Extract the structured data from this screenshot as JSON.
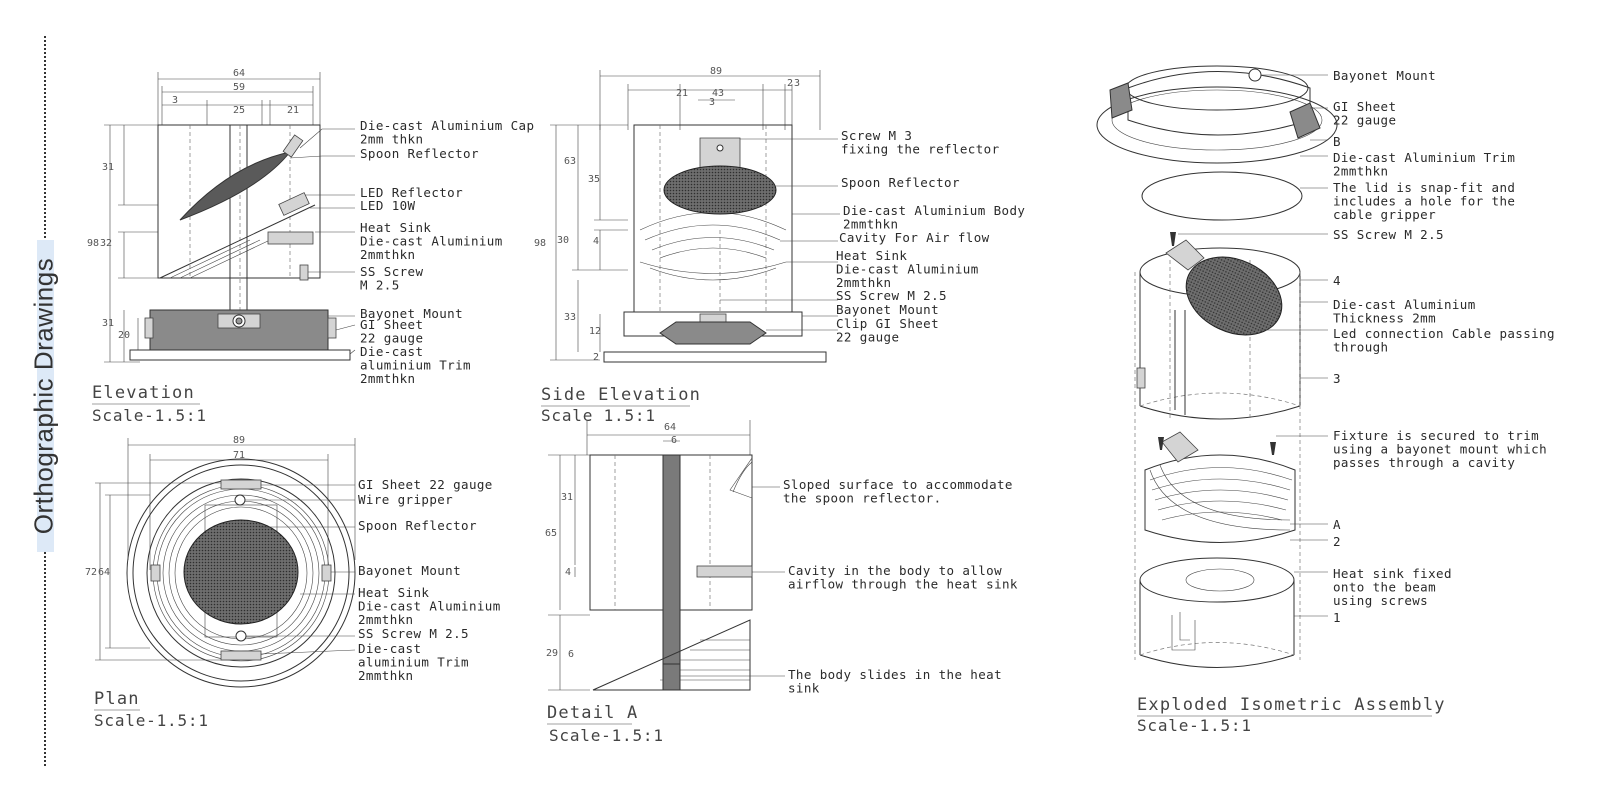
{
  "sheet": {
    "title": "Orthographic Drawings"
  },
  "elevation": {
    "title": "Elevation",
    "scale": "Scale-1.5:1",
    "dims_top": [
      "64",
      "59",
      "3",
      "25",
      "21"
    ],
    "dims_left": [
      "31",
      "98",
      "32",
      "31",
      "20"
    ],
    "notes": [
      [
        "Die-cast Aluminium Cap",
        "2mm thkn"
      ],
      [
        "Spoon    Reflector"
      ],
      [
        "LED Reflector"
      ],
      [
        "LED 10W"
      ],
      [
        "Heat Sink",
        "Die-cast Aluminium",
        "2mmthkn"
      ],
      [
        "SS Screw",
        "M 2.5"
      ],
      [
        "Bayonet Mount"
      ],
      [
        "GI Sheet",
        "22 gauge"
      ],
      [
        "Die-cast",
        "aluminium Trim",
        "2mmthkn"
      ]
    ]
  },
  "side_elevation": {
    "title": "Side Elevation",
    "scale": "Scale 1.5:1",
    "dims_top": [
      "89",
      "21",
      "43",
      "3",
      "2",
      "3"
    ],
    "dims_left": [
      "63",
      "35",
      "98",
      "30",
      "4",
      "33",
      "12",
      "2"
    ],
    "notes": [
      [
        "Screw M 3",
        "fixing the reflector"
      ],
      [
        "Spoon   Reflector"
      ],
      [
        "Die-cast Aluminium Body",
        "2mmthkn"
      ],
      [
        "Cavity For Air flow"
      ],
      [
        "Heat Sink",
        "Die-cast Aluminium",
        "2mmthkn"
      ],
      [
        "SS Screw M 2.5"
      ],
      [
        "Bayonet Mount"
      ],
      [
        "Clip GI Sheet",
        "22 gauge"
      ]
    ]
  },
  "plan": {
    "title": "Plan",
    "scale": "Scale-1.5:1",
    "dims_top": [
      "89",
      "71"
    ],
    "dims_left": [
      "72",
      "64"
    ],
    "notes": [
      [
        "GI Sheet 22 gauge"
      ],
      [
        "Wire  gripper"
      ],
      [
        "Spoon   Reflector"
      ],
      [
        "Bayonet Mount"
      ],
      [
        "Heat Sink",
        "Die-cast Aluminium",
        "2mmthkn"
      ],
      [
        "SS Screw M 2.5"
      ],
      [
        "Die-cast",
        "aluminium Trim",
        "2mmthkn"
      ]
    ]
  },
  "detail_a": {
    "title": "Detail A",
    "scale": "Scale-1.5:1",
    "dims_top": [
      "64",
      "6"
    ],
    "dims_left": [
      "31",
      "65",
      "4",
      "29",
      "6"
    ],
    "notes": [
      [
        "Sloped surface to accommodate",
        "the spoon reflector."
      ],
      [
        "Cavity in the body to allow",
        "airflow through the heat sink"
      ],
      [
        "The body slides in the heat",
        "sink"
      ]
    ]
  },
  "exploded": {
    "title": "Exploded Isometric Assembly",
    "scale": "Scale-1.5:1",
    "notes": [
      [
        "Bayonet Mount"
      ],
      [
        "GI Sheet",
        "22 gauge"
      ],
      [
        "B"
      ],
      [
        "Die-cast Aluminium Trim",
        "2mmthkn"
      ],
      [
        "The lid is snap-fit and",
        "includes a hole for the",
        "cable gripper"
      ],
      [
        "SS Screw M 2.5"
      ],
      [
        "4"
      ],
      [
        "Die-cast Aluminium",
        "Thickness 2mm"
      ],
      [
        "Led connection Cable passing",
        "through"
      ],
      [
        "3"
      ],
      [
        "Fixture is secured to trim",
        "using a bayonet mount which",
        "passes through a cavity"
      ],
      [
        "A"
      ],
      [
        "2"
      ],
      [
        "Heat sink fixed",
        "onto the beam",
        "using screws"
      ],
      [
        "1"
      ]
    ]
  }
}
